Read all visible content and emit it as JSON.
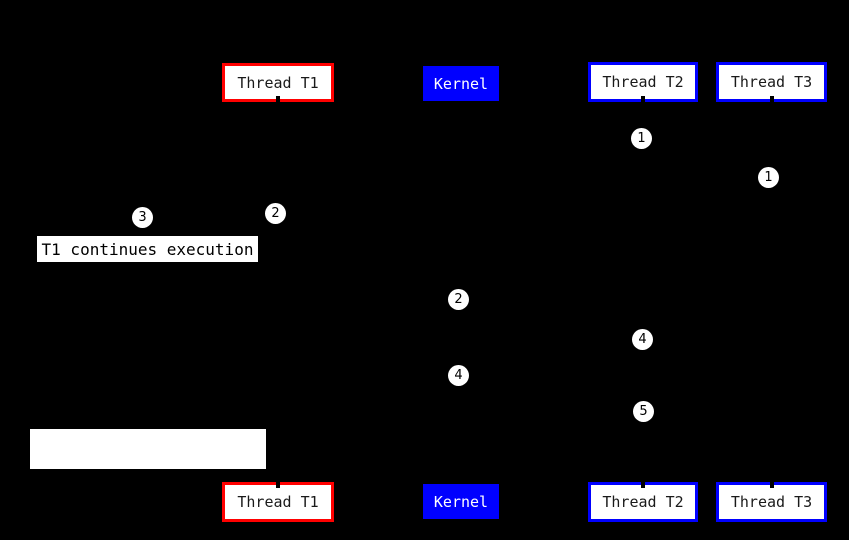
{
  "diagram": {
    "background": "#000000",
    "colors": {
      "thread_t1_border": "#ff0000",
      "thread_t2_border": "#0000ff",
      "thread_t3_border": "#0000ff",
      "kernel_fill": "#0000ff",
      "node_fill": "#ffffff",
      "node_text": "#1a1a1a"
    },
    "top_row": {
      "thread_t1": "Thread T1",
      "kernel": "Kernel",
      "thread_t2": "Thread T2",
      "thread_t3": "Thread T3"
    },
    "bottom_row": {
      "thread_t1": "Thread T1",
      "kernel": "Kernel",
      "thread_t2": "Thread T2",
      "thread_t3": "Thread T3"
    },
    "markers": [
      {
        "n": "1"
      },
      {
        "n": "1"
      },
      {
        "n": "3"
      },
      {
        "n": "2"
      },
      {
        "n": "2"
      },
      {
        "n": "4"
      },
      {
        "n": "4"
      },
      {
        "n": "5"
      }
    ],
    "annotations": {
      "t1_continues": "T1 continues execution",
      "blank_label": ""
    }
  }
}
